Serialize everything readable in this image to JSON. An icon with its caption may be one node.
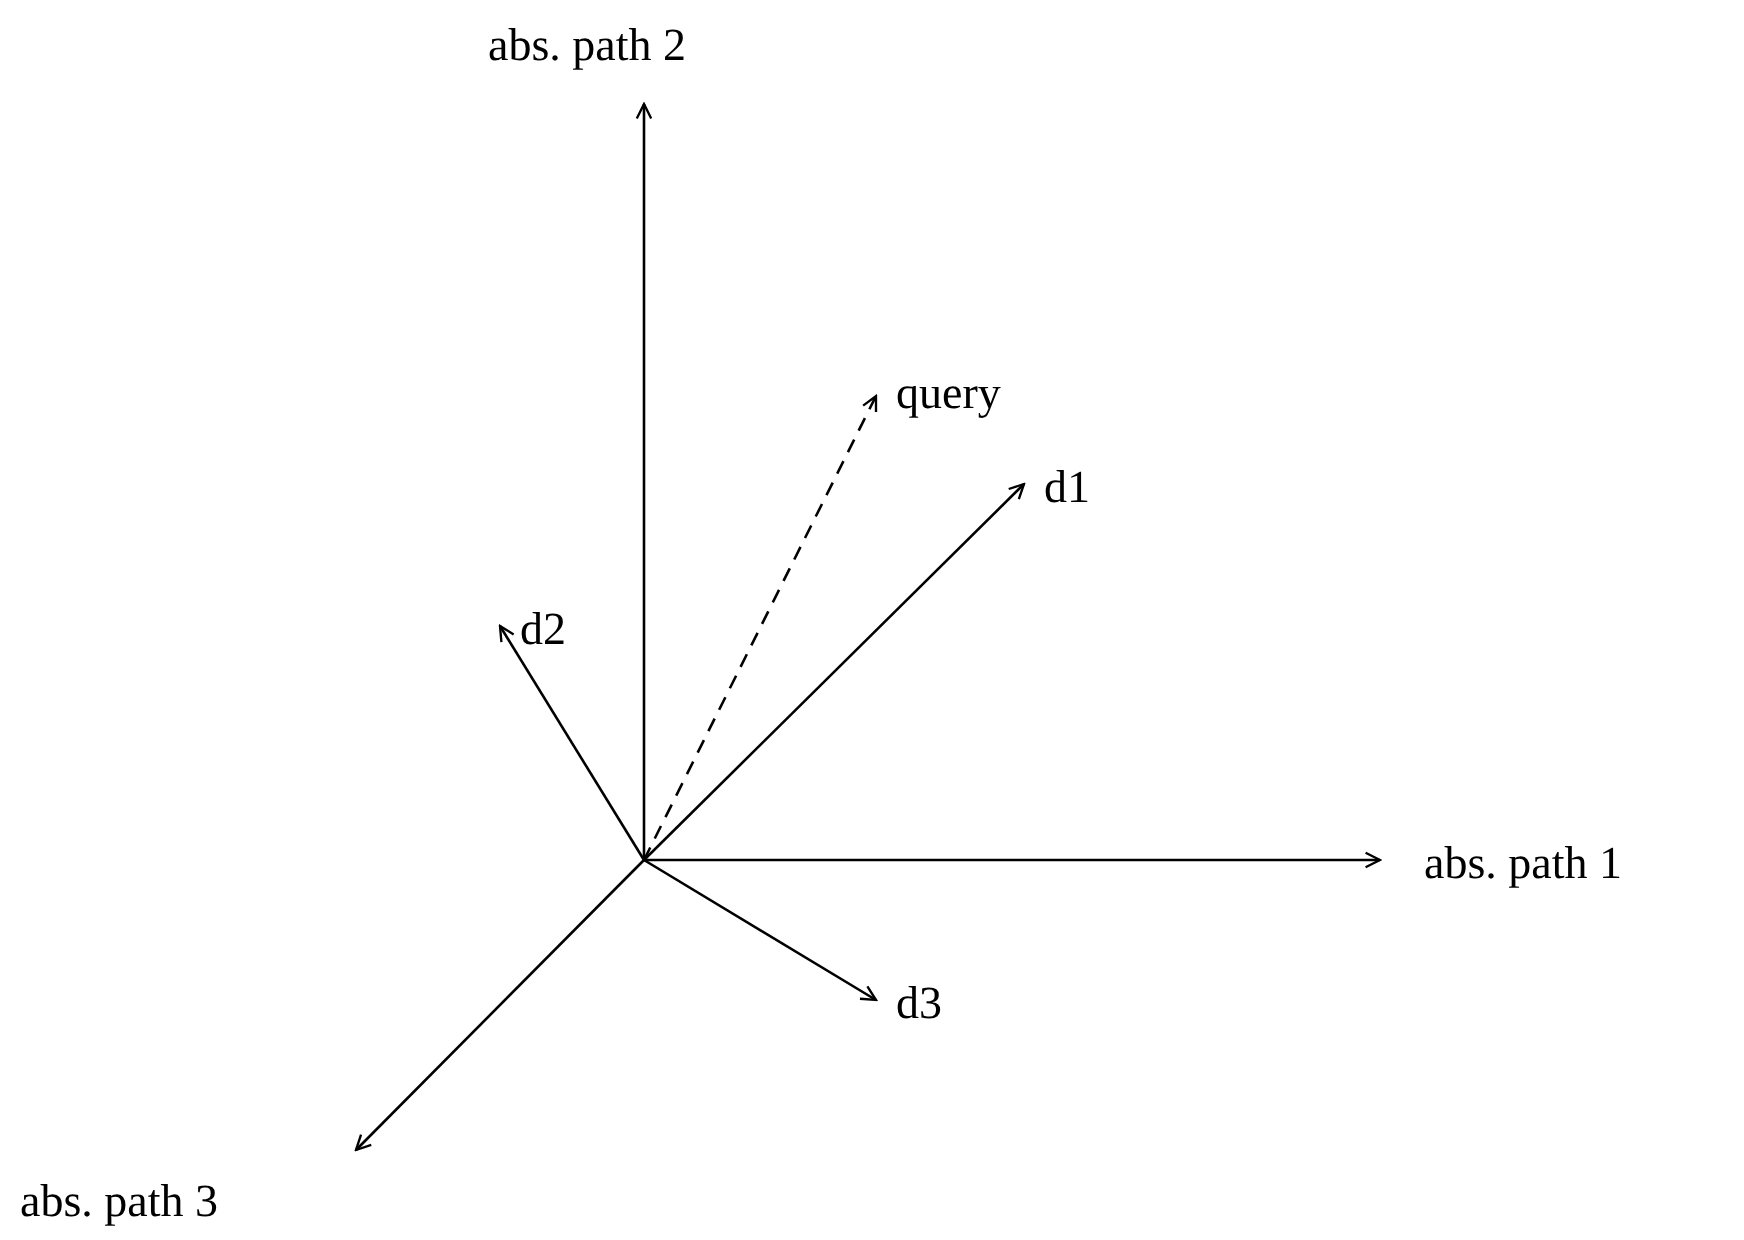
{
  "diagram": {
    "nodes": [
      {
        "text": [
          "abs. path 2"
        ]
      },
      {
        "text": [
          "query"
        ]
      },
      {
        "text": [
          "d1"
        ]
      },
      {
        "text": [
          "d2"
        ]
      },
      {
        "text": [
          "abs. path 1"
        ]
      },
      {
        "text": [
          "d3"
        ]
      },
      {
        "text": [
          "abs. path 3"
        ]
      }
    ],
    "edges": [
      {
        "from": null,
        "to": 0,
        "arrow": "to"
      },
      {
        "from": null,
        "to": 1,
        "arrow": "to",
        "style": "dashed"
      },
      {
        "from": null,
        "to": 2,
        "arrow": "to"
      },
      {
        "from": null,
        "to": 3,
        "arrow": "to"
      },
      {
        "from": null,
        "to": 4,
        "arrow": "to"
      },
      {
        "from": null,
        "to": 5,
        "arrow": "to"
      },
      {
        "from": null,
        "to": 6,
        "arrow": "to"
      }
    ]
  }
}
